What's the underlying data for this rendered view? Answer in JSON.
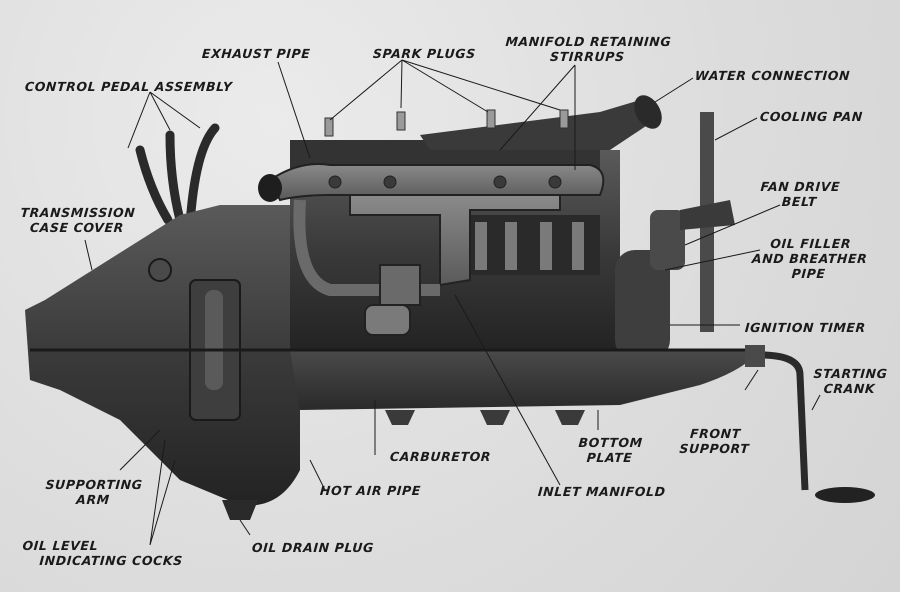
{
  "diagram": {
    "subject": "Engine side view with labeled components",
    "colors": {
      "background": "#e2e2e2",
      "ink": "#1a1a1a",
      "metal_dark": "#2e2e2e",
      "metal_mid": "#4a4a4a",
      "metal_light": "#6a6a6a"
    },
    "labels": {
      "exhaust_pipe": "EXHAUST PIPE",
      "spark_plugs": "SPARK PLUGS",
      "manifold_retaining_1": "MANIFOLD RETAINING",
      "manifold_retaining_2": "STIRRUPS",
      "control_pedal_assembly": "CONTROL PEDAL ASSEMBLY",
      "water_connection": "WATER CONNECTION",
      "cooling_pan": "COOLING PAN",
      "fan_drive_1": "FAN DRIVE",
      "fan_drive_2": "BELT",
      "transmission_1": "TRANSMISSION",
      "transmission_2": "CASE COVER",
      "oil_filler_1": "OIL FILLER",
      "oil_filler_2": "AND BREATHER",
      "oil_filler_3": "PIPE",
      "ignition_timer": "IGNITION TIMER",
      "starting_crank_1": "STARTING",
      "starting_crank_2": "CRANK",
      "front_support_1": "FRONT",
      "front_support_2": "SUPPORT",
      "bottom_plate_1": "BOTTOM",
      "bottom_plate_2": "PLATE",
      "carburetor": "CARBURETOR",
      "supporting_arm_1": "SUPPORTING",
      "supporting_arm_2": "ARM",
      "hot_air_pipe": "HOT AIR PIPE",
      "inlet_manifold": "INLET MANIFOLD",
      "oil_level_1": "OIL LEVEL",
      "oil_level_2": "INDICATING COCKS",
      "oil_drain_plug": "OIL DRAIN PLUG"
    }
  }
}
